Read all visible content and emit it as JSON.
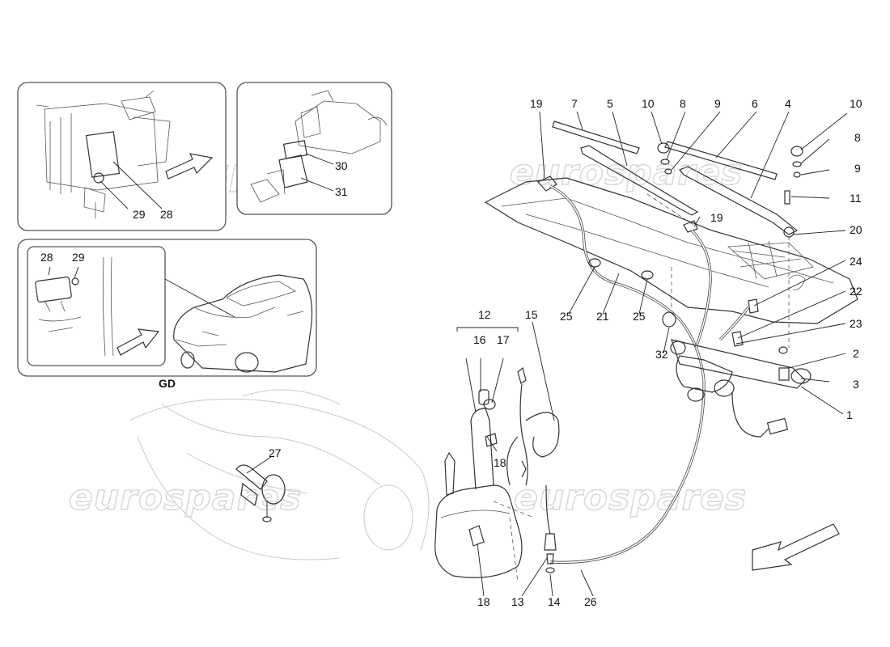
{
  "watermark": {
    "text": "eurospares"
  },
  "inset_label": "GD",
  "callouts": {
    "n1": "1",
    "n2": "2",
    "n3": "3",
    "n4": "4",
    "n5": "5",
    "n6": "6",
    "n7": "7",
    "n8": "8",
    "n9": "9",
    "n10": "10",
    "n11": "11",
    "n12": "12",
    "n13": "13",
    "n14": "14",
    "n15": "15",
    "n16": "16",
    "n17": "17",
    "n18": "18",
    "n19": "19",
    "n20": "20",
    "n21": "21",
    "n22": "22",
    "n23": "23",
    "n24": "24",
    "n25": "25",
    "n26": "26",
    "n27": "27",
    "n28": "28",
    "n29": "29",
    "n30": "30",
    "n31": "31",
    "n32": "32"
  },
  "icons": [
    "direction-arrow-icon",
    "front-arrow-icon"
  ]
}
